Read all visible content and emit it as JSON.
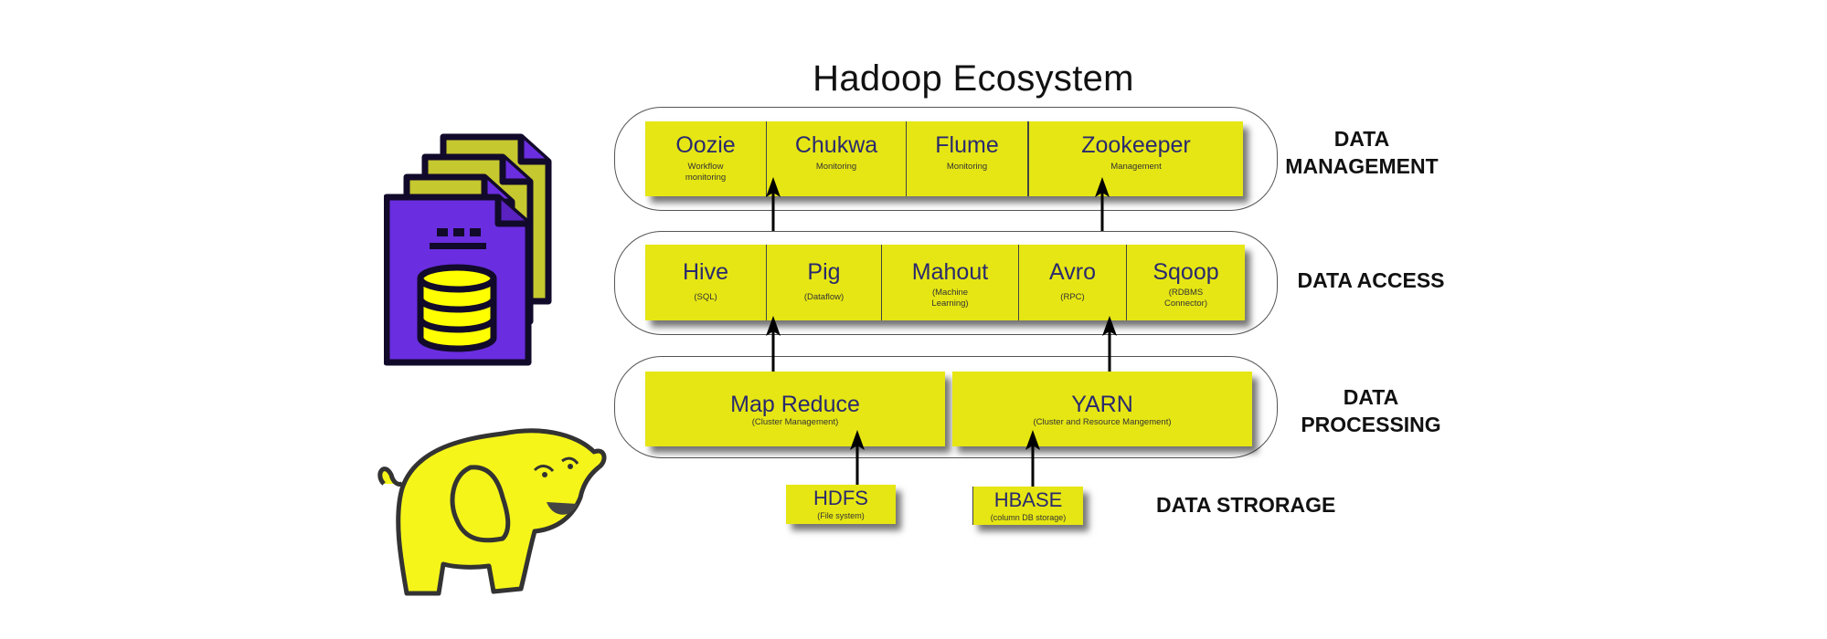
{
  "title": "Hadoop Ecosystem",
  "colors": {
    "box_fill": "#e6e614",
    "box_text": "#2a2a6e",
    "doc_purple": "#6a2ee0",
    "doc_olive": "#c5c82e",
    "elephant_yellow": "#f5f51a"
  },
  "layers": {
    "management": {
      "label_line1": "DATA",
      "label_line2": "MANAGEMENT",
      "components": [
        {
          "name": "Oozie",
          "desc": "Workflow monitoring"
        },
        {
          "name": "Chukwa",
          "desc": "Monitoring"
        },
        {
          "name": "Flume",
          "desc": "Monitoring"
        },
        {
          "name": "Zookeeper",
          "desc": "Management"
        }
      ]
    },
    "access": {
      "label": "DATA ACCESS",
      "components": [
        {
          "name": "Hive",
          "desc": "(SQL)"
        },
        {
          "name": "Pig",
          "desc": "(Dataflow)"
        },
        {
          "name": "Mahout",
          "desc": "(Machine Learning)"
        },
        {
          "name": "Avro",
          "desc": "(RPC)"
        },
        {
          "name": "Sqoop",
          "desc": "(RDBMS Connector)"
        }
      ]
    },
    "processing": {
      "label_line1": "DATA",
      "label_line2": "PROCESSING",
      "components": [
        {
          "name": "Map Reduce",
          "desc": "(Cluster Management)"
        },
        {
          "name": "YARN",
          "desc": "(Cluster and Resource Mangement)"
        }
      ]
    },
    "storage": {
      "label": "DATA STRORAGE",
      "components": [
        {
          "name": "HDFS",
          "desc": "(File system)"
        },
        {
          "name": "HBASE",
          "desc": "(column DB storage)"
        }
      ]
    }
  },
  "icons": {
    "documents": "database-documents-icon",
    "mascot": "hadoop-elephant-icon"
  }
}
